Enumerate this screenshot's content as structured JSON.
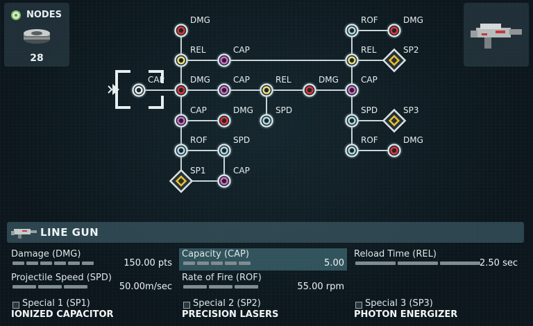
{
  "nodes_box": {
    "label": "NODES",
    "count": "28"
  },
  "tree": {
    "nodes": [
      {
        "id": "n1",
        "label": "DMG",
        "type": "red"
      },
      {
        "id": "n2",
        "label": "REL",
        "type": "yellow"
      },
      {
        "id": "n3",
        "label": "CAP",
        "type": "pink"
      },
      {
        "id": "n4",
        "label": "DMG",
        "type": "red"
      },
      {
        "id": "n5",
        "label": "CAP",
        "type": "pink"
      },
      {
        "id": "n6",
        "label": "REL",
        "type": "yellow"
      },
      {
        "id": "n7",
        "label": "DMG",
        "type": "red"
      },
      {
        "id": "n8",
        "label": "CAP",
        "type": "pink"
      },
      {
        "id": "n9",
        "label": "SPD",
        "type": "cyan"
      },
      {
        "id": "n10",
        "label": "CAP",
        "type": "pink"
      },
      {
        "id": "n11",
        "label": "DMG",
        "type": "red"
      },
      {
        "id": "n12",
        "label": "ROF",
        "type": "cyan"
      },
      {
        "id": "n13",
        "label": "SPD",
        "type": "cyan"
      },
      {
        "id": "n14",
        "label": "SP1",
        "type": "special"
      },
      {
        "id": "n15",
        "label": "CAP",
        "type": "pink"
      },
      {
        "id": "n16",
        "label": "ROF",
        "type": "cyan"
      },
      {
        "id": "n17",
        "label": "DMG",
        "type": "red"
      },
      {
        "id": "n18",
        "label": "REL",
        "type": "yellow"
      },
      {
        "id": "n19",
        "label": "SP2",
        "type": "special"
      },
      {
        "id": "n20",
        "label": "SPD",
        "type": "cyan"
      },
      {
        "id": "n21",
        "label": "SP3",
        "type": "special"
      },
      {
        "id": "n22",
        "label": "ROF",
        "type": "cyan"
      },
      {
        "id": "n23",
        "label": "DMG",
        "type": "red"
      },
      {
        "id": "start",
        "label": "CAP",
        "type": "start"
      }
    ]
  },
  "weapon": {
    "name": "LINE GUN",
    "stats": [
      {
        "label": "Damage (DMG)",
        "value": "150.00 pts",
        "highlight": false
      },
      {
        "label": "Capacity (CAP)",
        "value": "5.00",
        "highlight": true
      },
      {
        "label": "Reload Time (REL)",
        "value": "2.50 sec",
        "highlight": false
      },
      {
        "label": "Projectile Speed (SPD)",
        "value": "50.00m/sec",
        "highlight": false
      },
      {
        "label": "Rate of Fire (ROF)",
        "value": "55.00 rpm",
        "highlight": false
      }
    ],
    "specials": [
      {
        "label": "Special 1 (SP1)",
        "name": "IONIZED CAPACITOR"
      },
      {
        "label": "Special 2 (SP2)",
        "name": "PRECISION LASERS"
      },
      {
        "label": "Special 3 (SP3)",
        "name": "PHOTON ENERGIZER"
      }
    ]
  },
  "colors": {
    "red": "#e0343c",
    "yellow": "#e8e07a",
    "pink": "#d86ad0",
    "cyan": "#a8dcea",
    "special": "#e8c030",
    "accent": "#4e828c"
  }
}
